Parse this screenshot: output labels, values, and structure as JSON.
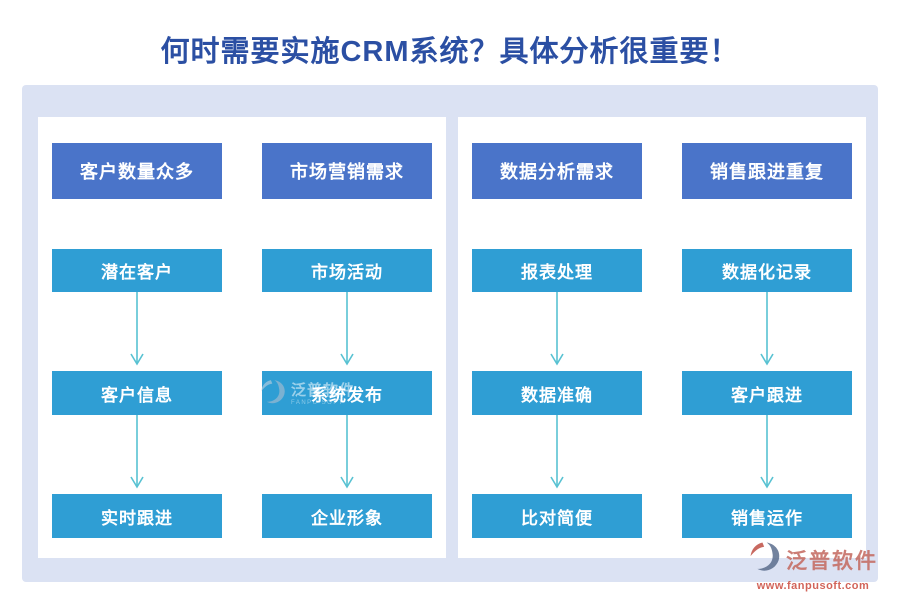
{
  "title": "何时需要实施CRM系统？具体分析很重要！",
  "colors": {
    "title_text": "#2b4fa3",
    "board_background": "#dbe2f3",
    "header_box": "#4a74c9",
    "step_box": "#2f9ed4",
    "arrow": "#58c2d2",
    "logo_red": "#c4685f",
    "logo_url_red": "#cb4a3e",
    "logo_slate": "#5b6e8e"
  },
  "panels": [
    {
      "columns": [
        {
          "header": "客户数量众多",
          "steps": [
            "潜在客户",
            "客户信息",
            "实时跟进"
          ]
        },
        {
          "header": "市场营销需求",
          "steps": [
            "市场活动",
            "系统发布",
            "企业形象"
          ]
        }
      ]
    },
    {
      "columns": [
        {
          "header": "数据分析需求",
          "steps": [
            "报表处理",
            "数据准确",
            "比对简便"
          ]
        },
        {
          "header": "销售跟进重复",
          "steps": [
            "数据化记录",
            "客户跟进",
            "销售运作"
          ]
        }
      ]
    }
  ],
  "watermark": {
    "name": "泛普软件",
    "subtext": "FANPU SOFT"
  },
  "logo": {
    "name": "泛普软件",
    "url": "www.fanpusoft.com"
  }
}
